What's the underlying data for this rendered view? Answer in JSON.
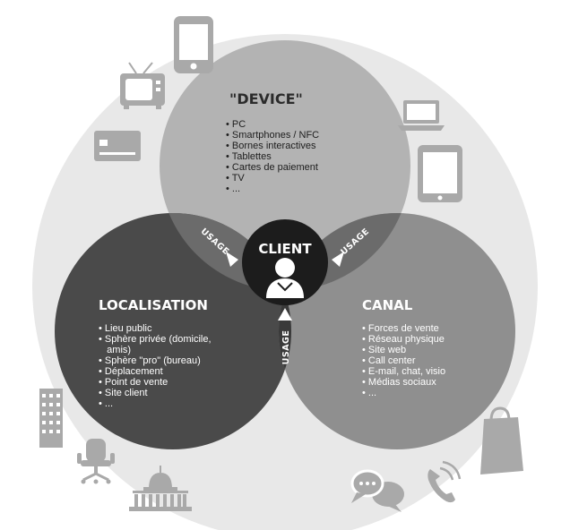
{
  "device": {
    "title": "\"DEVICE\"",
    "items": [
      "• PC",
      "• Smartphones / NFC",
      "• Bornes interactives",
      "• Tablettes",
      "• Cartes de paiement",
      "• TV",
      "• ..."
    ]
  },
  "localisation": {
    "title": "LOCALISATION",
    "items": [
      "• Lieu public",
      "• Sphère privée (domicile,",
      "   amis)",
      "• Sphère \"pro\" (bureau)",
      "• Déplacement",
      "• Point de vente",
      "• Site client",
      "• ..."
    ]
  },
  "canal": {
    "title": "CANAL",
    "items": [
      "• Forces de vente",
      "• Réseau physique",
      "• Site web",
      "• Call center",
      "• E-mail, chat, visio",
      "• Médias sociaux",
      "• ..."
    ]
  },
  "client": {
    "label": "CLIENT"
  },
  "usage": {
    "left": "USAGE",
    "right": "USAGE",
    "bottom": "USAGE"
  },
  "colors": {
    "outer": "#e8e8e8",
    "device": "#b3b3b3",
    "localisation": "#4a4a4a",
    "canal": "#8f8f8f",
    "overlap_top": "#6b6b6b",
    "overlap_bottom": "#3a3a3a",
    "center": "#1c1c1c",
    "icon": "#a9a9a9"
  },
  "icons": [
    "smartphone-icon",
    "tv-icon",
    "credit-card-icon",
    "laptop-icon",
    "tablet-icon",
    "building-icon",
    "office-chair-icon",
    "capitol-icon",
    "chat-bubble-icon",
    "phone-icon",
    "shopping-bag-icon",
    "client-avatar-icon",
    "usage-arrow-icon"
  ]
}
